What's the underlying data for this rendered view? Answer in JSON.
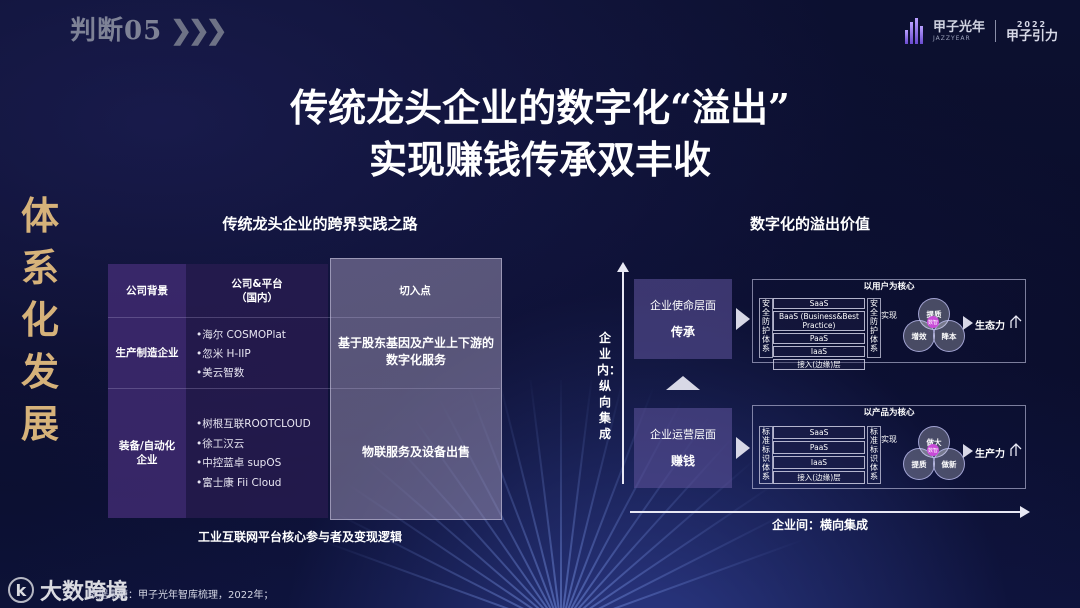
{
  "header": {
    "corner_label": "判断05",
    "corner_chevrons": "❯❯❯"
  },
  "brand": {
    "name": "甲子光年",
    "subtitle": "JAZZYEAR",
    "tag_top": "2022",
    "tag_main": "甲子引力"
  },
  "side_title": [
    "体",
    "系",
    "化",
    "发",
    "展"
  ],
  "title": {
    "line1": "传统龙头企业的数字化“溢出”",
    "line2": "实现赚钱传承双丰收"
  },
  "left": {
    "heading": "传统龙头企业的跨界实践之路",
    "columns": [
      "公司背景",
      "公司&平台\n（国内）",
      "切入点"
    ],
    "rows": [
      {
        "background": "生产制造企业",
        "platforms": [
          "•海尔 COSMOPlat",
          "•忽米 H-IIP",
          "•美云智数"
        ],
        "entry": "基于股东基因及产业上下游的数字化服务"
      },
      {
        "background": "装备/自动化企业",
        "platforms": [
          "•树根互联ROOTCLOUD",
          "•徐工汉云",
          "•中控蓝卓 supOS",
          "•富士康 Fii Cloud"
        ],
        "entry": "物联服务及设备出售"
      }
    ],
    "caption": "工业互联网平台核心参与者及变现逻辑"
  },
  "right": {
    "heading": "数字化的溢出价值",
    "vertical_axis": "企业内：纵向集成",
    "horizontal_axis": "企业间：横向集成",
    "upper": {
      "level": "企业使命层面",
      "value": "传承",
      "frame_title": "以用户为核心",
      "left_vertical": "安全防护体系",
      "right_vertical": "安全防护体系",
      "stack": [
        "SaaS",
        "BaaS (Business&Best Practice)",
        "PaaS",
        "IaaS",
        "接入(边缘)层"
      ],
      "practice": "实现",
      "venn": [
        "提质",
        "增效",
        "降本"
      ],
      "venn_center": "数智",
      "outcome": "生态力"
    },
    "lower": {
      "level": "企业运营层面",
      "value": "赚钱",
      "frame_title": "以产品为核心",
      "left_vertical": "标准标识体系",
      "right_vertical": "标准标识体系",
      "stack": [
        "SaaS",
        "PaaS",
        "IaaS",
        "接入(边缘)层"
      ],
      "practice": "实现",
      "venn": [
        "做大",
        "提质",
        "做新"
      ],
      "venn_center": "数智",
      "outcome": "生产力"
    }
  },
  "source": "数据来源：甲子光年智库梳理，2022年；",
  "watermark": "大数跨境",
  "colors": {
    "accent_gold": "#d6b27a",
    "background": "#0b0f2e",
    "venn_center": "#c84ad8"
  }
}
